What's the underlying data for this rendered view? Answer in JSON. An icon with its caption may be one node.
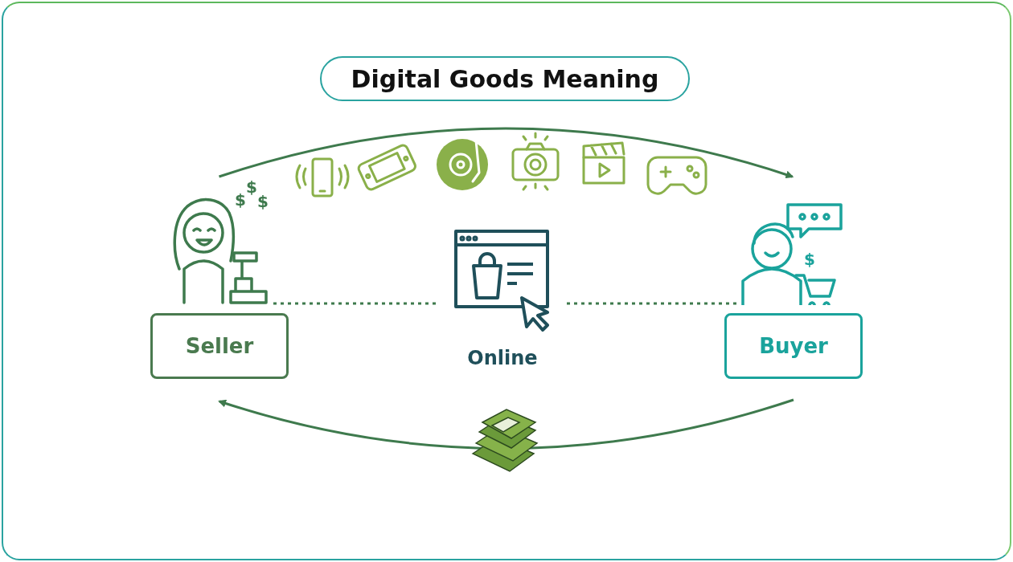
{
  "diagram": {
    "title": "Digital Goods Meaning",
    "nodes": [
      {
        "text": [],
        "shape": "person"
      },
      {
        "text": [
          "Seller"
        ]
      },
      {
        "text": [
          "Online"
        ]
      },
      {
        "text": [],
        "shape": "person"
      },
      {
        "text": [
          "Buyer"
        ]
      }
    ],
    "edges": [
      {
        "from": 0,
        "to": 3,
        "arrow": "to"
      },
      {
        "from": 4,
        "to": 1,
        "arrow": "to"
      },
      {
        "from": 0,
        "to": 2,
        "arrow": "none",
        "style": "dashed"
      },
      {
        "from": 2,
        "to": 3,
        "arrow": "none",
        "style": "dashed"
      }
    ],
    "labels": [
      "$",
      "$",
      "$",
      "$"
    ]
  }
}
